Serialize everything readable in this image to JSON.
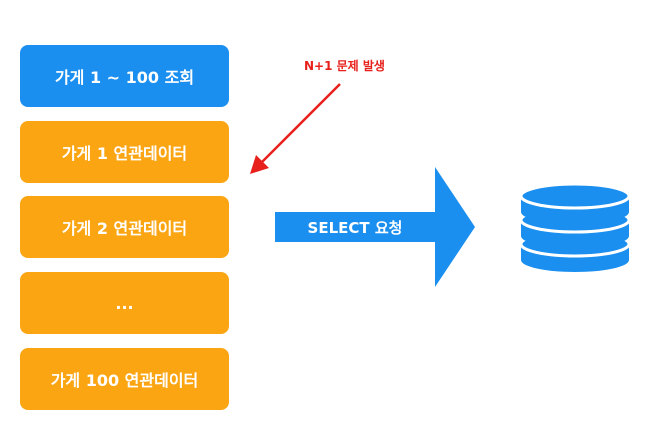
{
  "boxes": [
    {
      "label": "가게 1 ~ 100 조회",
      "color": "#1a8ff0"
    },
    {
      "label": "가게 1 연관데이터",
      "color": "#fba513"
    },
    {
      "label": "가게 2 연관데이터",
      "color": "#fba513"
    },
    {
      "label": "...",
      "color": "#fba513"
    },
    {
      "label": "가게 100 연관데이터",
      "color": "#fba513"
    }
  ],
  "annotation": {
    "label": "N+1 문제 발생",
    "color": "#e8201c"
  },
  "request_arrow": {
    "label": "SELECT 요청",
    "color": "#1a8ff0"
  },
  "database": {
    "icon": "database-icon",
    "color": "#1a8ff0"
  }
}
